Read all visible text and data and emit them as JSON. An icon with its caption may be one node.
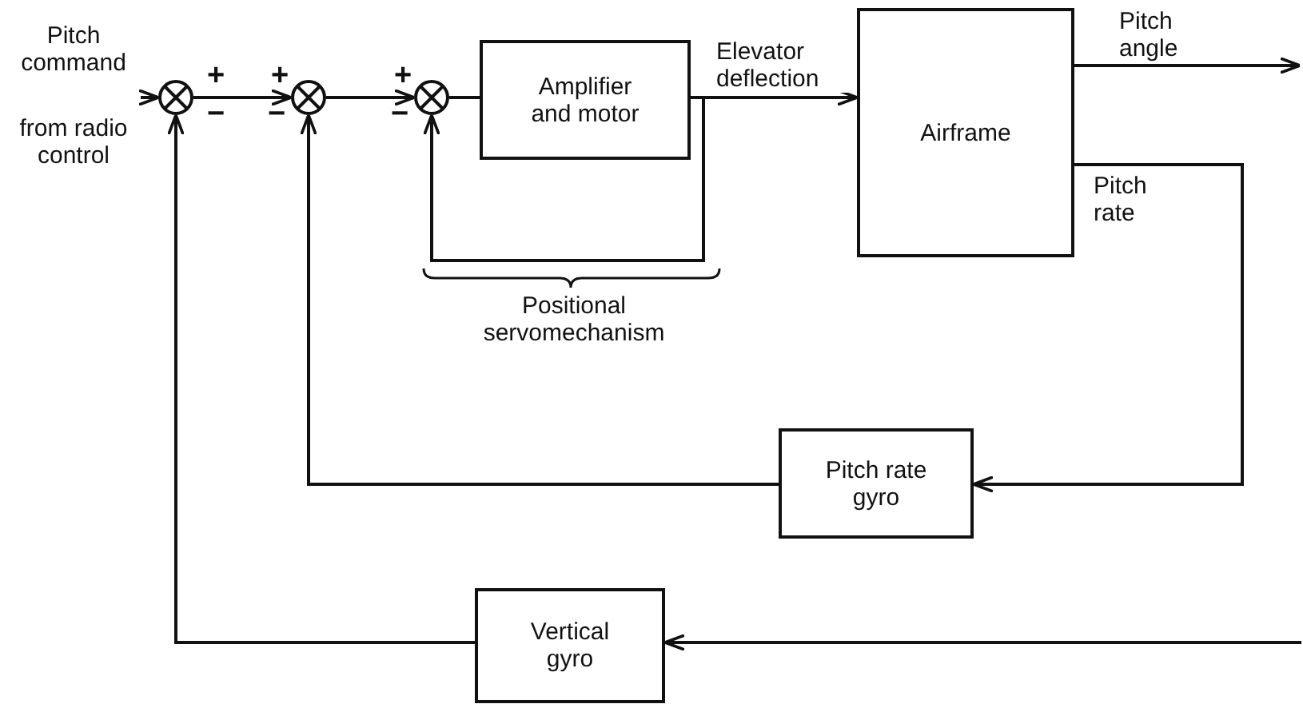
{
  "diagram": {
    "nodes": [
      {
        "text": [
          "Pitch command",
          "from radio control"
        ]
      },
      {
        "text": [],
        "shape": "circle"
      },
      {
        "text": [],
        "shape": "circle"
      },
      {
        "text": [],
        "shape": "circle"
      },
      {
        "text": [
          "Amplifier and motor"
        ]
      },
      {
        "text": [
          "Airframe"
        ]
      },
      {
        "text": [
          "Pitch rate gyro"
        ]
      },
      {
        "text": [
          "Vertical gyro"
        ]
      }
    ],
    "edges": [
      {
        "from": 0,
        "to": 1,
        "arrow": "to"
      },
      {
        "from": 1,
        "to": 2,
        "arrow": "to"
      },
      {
        "from": 2,
        "to": 3,
        "arrow": "to"
      },
      {
        "from": 3,
        "to": 4,
        "arrow": "none"
      },
      {
        "from": 4,
        "to": 5,
        "arrow": "to",
        "label": "Elevator deflection"
      },
      {
        "from": 4,
        "to": 3,
        "arrow": "to"
      },
      {
        "from": 5,
        "to": null,
        "arrow": "to",
        "label": "Pitch angle"
      },
      {
        "from": 5,
        "to": 6,
        "arrow": "to",
        "label": "Pitch rate"
      },
      {
        "from": 6,
        "to": 2,
        "arrow": "to"
      },
      {
        "from": null,
        "to": 7,
        "arrow": "to"
      },
      {
        "from": 7,
        "to": 1,
        "arrow": "to"
      }
    ],
    "labels": [
      "+",
      "−",
      "+",
      "−",
      "+",
      "−",
      "Positional servomechanism"
    ]
  }
}
